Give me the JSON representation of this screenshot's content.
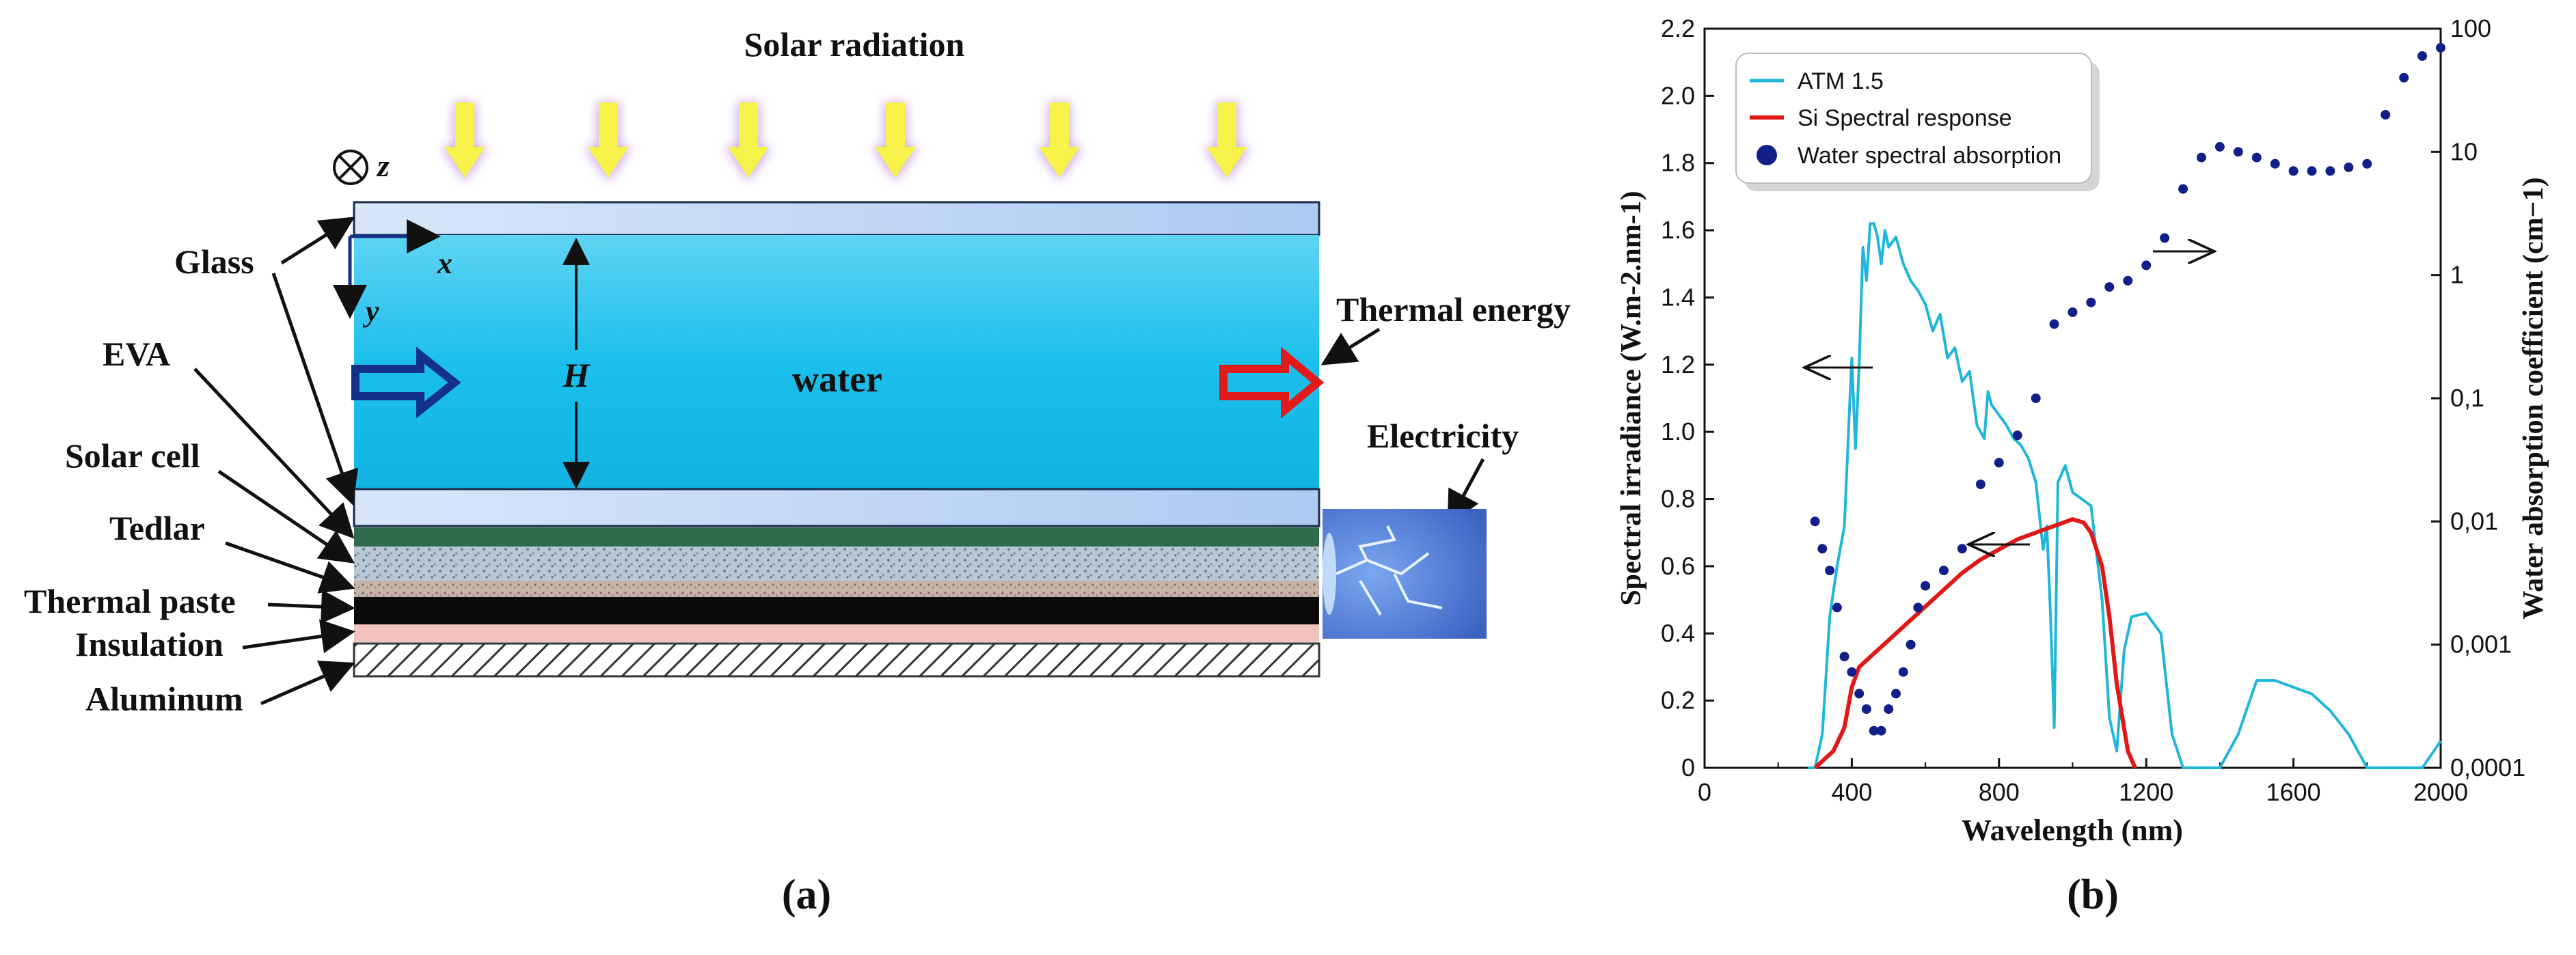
{
  "panel_a": {
    "caption": "(a)",
    "solar_radiation": "Solar radiation",
    "axis_z": "z",
    "axis_x": "x",
    "axis_y": "y",
    "height_symbol": "H",
    "water": "water",
    "thermal_energy": "Thermal energy",
    "electricity": "Electricity",
    "layers": [
      "Glass",
      "EVA",
      "Solar cell",
      "Tedlar",
      "Thermal paste",
      "Insulation",
      "Aluminum"
    ],
    "colors": {
      "water": "#1fc0ec",
      "glass": "#c8daf5",
      "inlet_arrow": "#14318a",
      "outlet_arrow": "#e11b1b",
      "sun_arrow": "#f6f24a",
      "sun_glow": "#c9a6ea"
    }
  },
  "panel_b": {
    "caption": "(b)",
    "chart_data": {
      "type": "line",
      "xlabel": "Wavelength (nm)",
      "ylabel": "Spectral irradiance (W.m-2.nm-1)",
      "ylabel_right": "Water absorption coefficient (cm−1)",
      "xlim": [
        0,
        2000
      ],
      "ylim": [
        0,
        2.2
      ],
      "y2lim": [
        0.0001,
        100
      ],
      "y2scale": "log",
      "xticks": [
        "0",
        "400",
        "800",
        "1200",
        "1600",
        "2000"
      ],
      "yticks": [
        "0",
        "0.2",
        "0.4",
        "0.6",
        "0.8",
        "1.0",
        "1.2",
        "1.4",
        "1.6",
        "1.8",
        "2.0",
        "2.2"
      ],
      "y2ticks": [
        "0,0001",
        "0,001",
        "0,01",
        "0,1",
        "1",
        "10",
        "100"
      ],
      "legend_position": "top-left",
      "series": [
        {
          "name": "ATM 1.5",
          "color": "#1fb6d9",
          "axis": "left",
          "x": [
            280,
            300,
            320,
            340,
            360,
            380,
            395,
            400,
            410,
            420,
            430,
            440,
            450,
            460,
            470,
            480,
            490,
            500,
            520,
            540,
            560,
            580,
            600,
            620,
            640,
            660,
            680,
            700,
            720,
            740,
            760,
            770,
            780,
            800,
            820,
            840,
            860,
            880,
            900,
            920,
            930,
            940,
            950,
            960,
            980,
            1000,
            1050,
            1080,
            1100,
            1120,
            1140,
            1160,
            1200,
            1240,
            1270,
            1300,
            1330,
            1350,
            1400,
            1450,
            1500,
            1550,
            1600,
            1650,
            1700,
            1750,
            1800,
            1850,
            1900,
            1950,
            2000
          ],
          "y": [
            0,
            0,
            0.1,
            0.45,
            0.6,
            0.72,
            1.1,
            1.22,
            0.95,
            1.2,
            1.55,
            1.45,
            1.62,
            1.62,
            1.58,
            1.5,
            1.6,
            1.55,
            1.58,
            1.5,
            1.45,
            1.42,
            1.38,
            1.3,
            1.35,
            1.22,
            1.25,
            1.15,
            1.18,
            1.02,
            0.98,
            1.12,
            1.08,
            1.05,
            1.02,
            0.98,
            0.96,
            0.92,
            0.85,
            0.65,
            0.72,
            0.45,
            0.12,
            0.85,
            0.9,
            0.82,
            0.78,
            0.5,
            0.15,
            0.05,
            0.35,
            0.45,
            0.46,
            0.4,
            0.1,
            0,
            0,
            0,
            0,
            0.1,
            0.26,
            0.26,
            0.24,
            0.22,
            0.17,
            0.1,
            0,
            0,
            0,
            0,
            0.08
          ]
        },
        {
          "name": "Si Spectral response",
          "color": "#e01818",
          "axis": "left",
          "x": [
            300,
            350,
            380,
            400,
            420,
            450,
            500,
            550,
            600,
            650,
            700,
            750,
            800,
            850,
            900,
            950,
            1000,
            1030,
            1050,
            1080,
            1100,
            1120,
            1150,
            1170
          ],
          "y": [
            0,
            0.05,
            0.12,
            0.24,
            0.3,
            0.33,
            0.38,
            0.43,
            0.48,
            0.53,
            0.58,
            0.62,
            0.65,
            0.68,
            0.7,
            0.72,
            0.74,
            0.73,
            0.7,
            0.6,
            0.45,
            0.25,
            0.05,
            0
          ]
        },
        {
          "name": "Water spectral absorption",
          "color": "#111f8a",
          "axis": "right",
          "x": [
            300,
            320,
            340,
            360,
            380,
            400,
            420,
            440,
            460,
            480,
            500,
            520,
            540,
            560,
            580,
            600,
            650,
            700,
            750,
            800,
            850,
            900,
            950,
            1000,
            1050,
            1100,
            1150,
            1200,
            1250,
            1300,
            1350,
            1400,
            1450,
            1500,
            1550,
            1600,
            1650,
            1700,
            1750,
            1800,
            1850,
            1900,
            1950,
            2000
          ],
          "y": [
            0.01,
            0.006,
            0.004,
            0.002,
            0.0008,
            0.0006,
            0.0004,
            0.0003,
            0.0002,
            0.0002,
            0.0003,
            0.0004,
            0.0006,
            0.001,
            0.002,
            0.003,
            0.004,
            0.006,
            0.02,
            0.03,
            0.05,
            0.1,
            0.4,
            0.5,
            0.6,
            0.8,
            0.9,
            1.2,
            2,
            5,
            9,
            11,
            10,
            9,
            8,
            7,
            7,
            7,
            7.5,
            8,
            20,
            40,
            60,
            70
          ]
        }
      ]
    }
  }
}
